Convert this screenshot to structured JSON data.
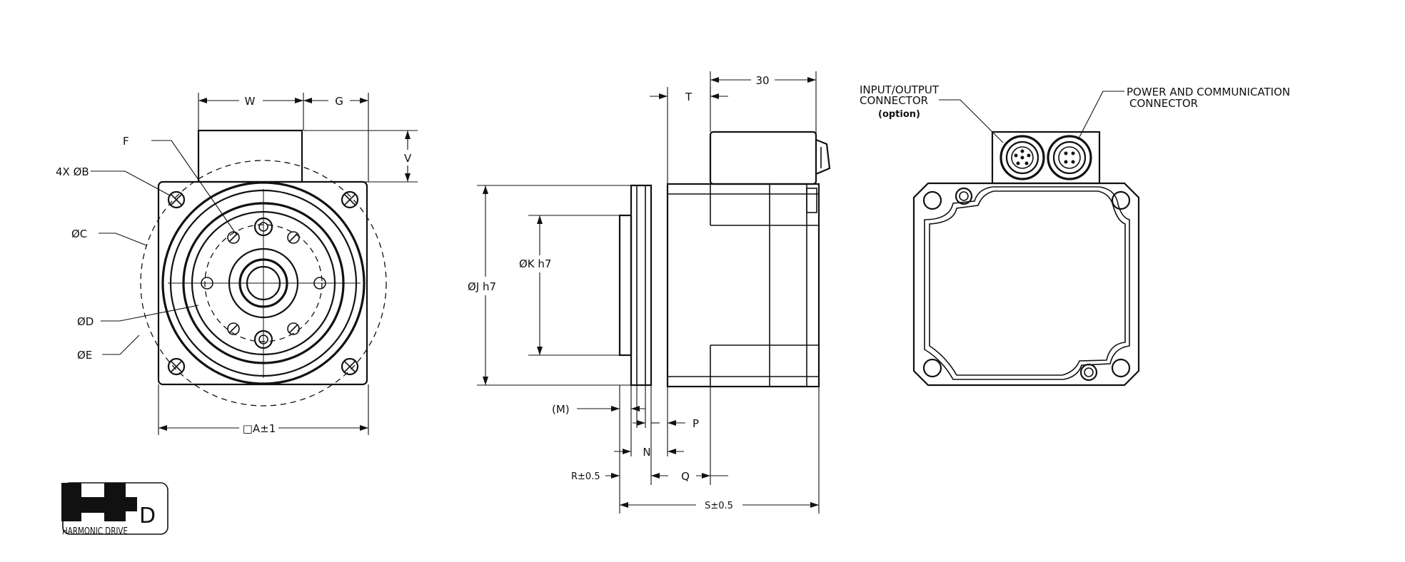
{
  "dimensions": {
    "W": "W",
    "G": "G",
    "V": "V",
    "F": "F",
    "B": "4X ØB",
    "C": "ØC",
    "D": "ØD",
    "E": "ØE",
    "A": "□A±1",
    "T": "T",
    "thirty": "30",
    "J": "ØJ h7",
    "K": "ØK h7",
    "M": "(M)",
    "P": "P",
    "N": "N",
    "R": "R±0.5",
    "Q": "Q",
    "S": "S±0.5"
  },
  "callouts": {
    "input_output_line1": "INPUT/OUTPUT",
    "input_output_line2": "CONNECTOR",
    "input_output_option": "(option)",
    "power_line1": "POWER AND COMMUNICATION",
    "power_line2": "CONNECTOR"
  },
  "logo": {
    "text": "HARMONIC DRIVE",
    "letter": "D"
  }
}
